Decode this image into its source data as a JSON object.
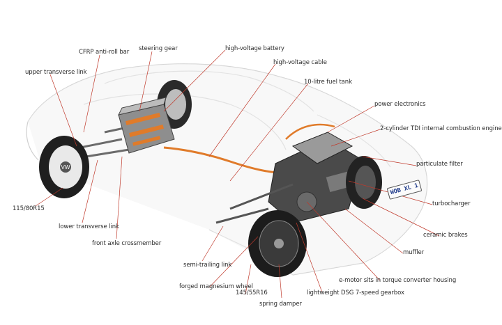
{
  "labels": {
    "cfrp_anti_roll_bar": "CFRP anti-roll bar",
    "steering_gear": "steering gear",
    "high_voltage_battery": "high-voltage battery",
    "high_voltage_cable": "high-voltage cable",
    "upper_transverse_link": "upper transverse link",
    "fuel_tank": "10-litre fuel tank",
    "power_electronics": "power electronics",
    "engine": "2-cylinder TDI internal combustion engine",
    "particulate_filter": "particulate filter",
    "turbocharger": "turbocharger",
    "ceramic_brakes": "ceramic brakes",
    "muffler": "muffler",
    "emotor": "e-motor sits in torque converter housing",
    "gearbox": "lightweight DSG 7-speed gearbox",
    "spring_damper": "spring damper",
    "rear_tyre": "145/55R16",
    "magnesium_wheel": "forged magnesium wheel",
    "semi_trailing_link": "semi-trailing link",
    "front_axle_crossmember": "front axle crossmember",
    "lower_transverse_link": "lower transverse link",
    "front_tyre": "115/80R15"
  },
  "plate_text": "WOB XL 1",
  "colors": {
    "leader_line": "#c0392b",
    "body_outline": "#cfcfcf",
    "hv_cable": "#e07b2a"
  }
}
